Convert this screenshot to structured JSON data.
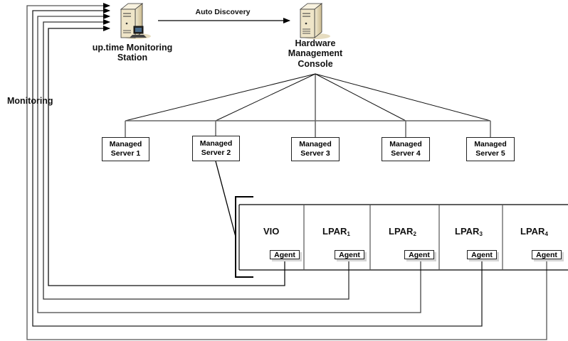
{
  "nodes": {
    "monitoring_station": {
      "label": "up.time Monitoring Station",
      "line1": "up.time Monitoring",
      "line2": "Station",
      "icon": "server-workstation-icon"
    },
    "hmc": {
      "label": "Hardware Management Console",
      "line1": "Hardware",
      "line2": "Management",
      "line3": "Console",
      "icon": "server-tower-icon"
    }
  },
  "edges": {
    "auto_discovery": "Auto Discovery",
    "monitoring": "Monitoring"
  },
  "managed_servers": [
    {
      "line1": "Managed",
      "line2": "Server 1"
    },
    {
      "line1": "Managed",
      "line2": "Server 2"
    },
    {
      "line1": "Managed",
      "line2": "Server 3"
    },
    {
      "line1": "Managed",
      "line2": "Server 4"
    },
    {
      "line1": "Managed",
      "line2": "Server 5"
    }
  ],
  "partitions": [
    {
      "name": "VIO",
      "sub": "",
      "agent": "Agent"
    },
    {
      "name": "LPAR",
      "sub": "1",
      "agent": "Agent"
    },
    {
      "name": "LPAR",
      "sub": "2",
      "agent": "Agent"
    },
    {
      "name": "LPAR",
      "sub": "3",
      "agent": "Agent"
    },
    {
      "name": "LPAR",
      "sub": "4",
      "agent": "Agent"
    }
  ],
  "expanded_server": "Managed Server 2"
}
